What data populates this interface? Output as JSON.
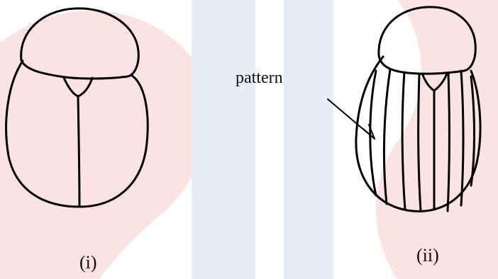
{
  "diagram": {
    "left_label": "(i)",
    "right_label": "(ii)",
    "pattern_label": "pattern",
    "watermark_colors": {
      "pink": "#fbe3e1",
      "blue": "#e6eef6"
    }
  }
}
